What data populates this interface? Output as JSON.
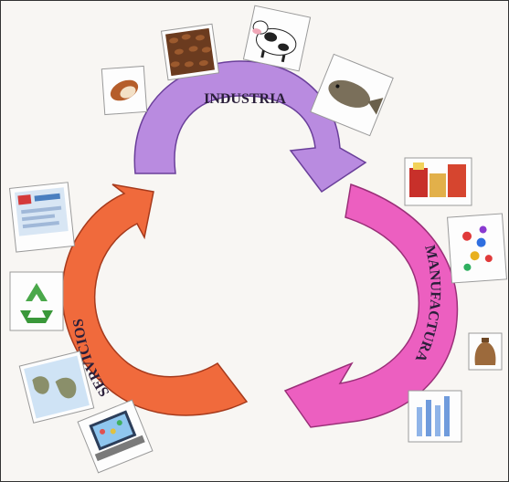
{
  "cycle": {
    "industria": {
      "label": "INDUSTRIA",
      "color": "#b98be0",
      "stroke": "#6a3f9a"
    },
    "manufactura": {
      "label": "MANUFACTURA",
      "color": "#ec5fc0",
      "stroke": "#9a2f78"
    },
    "servicios": {
      "label": "SERVICIOS",
      "color": "#f06a3c",
      "stroke": "#a63a1c"
    }
  },
  "thumbnails": [
    {
      "name": "cacao-pod-thumbnail",
      "depicts": "cacao pod"
    },
    {
      "name": "coffee-beans-thumbnail",
      "depicts": "coffee beans"
    },
    {
      "name": "cow-thumbnail",
      "depicts": "cow"
    },
    {
      "name": "fish-thumbnail",
      "depicts": "fish"
    },
    {
      "name": "packaged-goods-thumbnail",
      "depicts": "packaged goods"
    },
    {
      "name": "molecule-thumbnail",
      "depicts": "colored molecule"
    },
    {
      "name": "sack-thumbnail",
      "depicts": "sack"
    },
    {
      "name": "bar-chart-thumbnail",
      "depicts": "bar chart"
    },
    {
      "name": "computer-screen-thumbnail",
      "depicts": "computer screen"
    },
    {
      "name": "recycle-thumbnail",
      "depicts": "recycling symbol"
    },
    {
      "name": "world-map-thumbnail",
      "depicts": "world map"
    },
    {
      "name": "laptop-thumbnail",
      "depicts": "laptop"
    }
  ]
}
